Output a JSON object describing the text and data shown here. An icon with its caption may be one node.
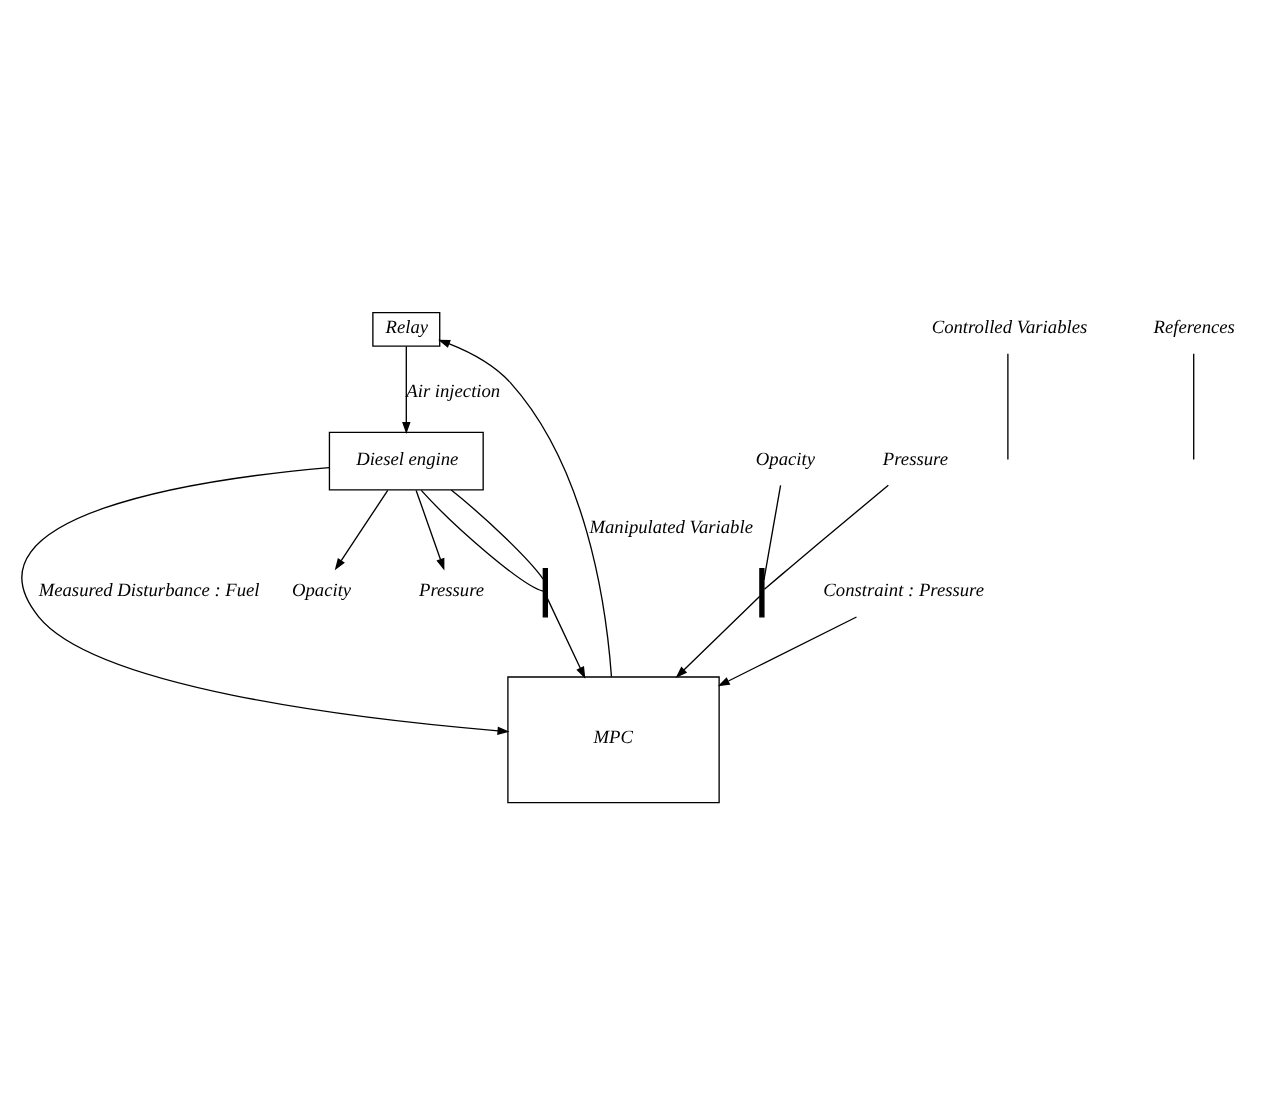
{
  "diagram": {
    "nodes": [
      {
        "text": [
          "Diesel engine"
        ]
      },
      {
        "text": [
          "Relay"
        ]
      },
      {
        "text": [
          "MPC"
        ]
      },
      {
        "text": [
          "Opacity"
        ]
      },
      {
        "text": [
          "Pressure"
        ]
      },
      {
        "text": [],
        "shape": "bar"
      },
      {
        "text": [
          "Opacity"
        ]
      },
      {
        "text": [
          "Pressure"
        ]
      },
      {
        "text": [],
        "shape": "bar"
      },
      {
        "text": [
          "Constraint : Pressure"
        ]
      },
      {
        "text": [
          "Controlled Variables"
        ]
      },
      {
        "text": [
          "References"
        ]
      }
    ],
    "edges": [
      {
        "from": 1,
        "to": 0,
        "arrow": "to",
        "label": "Air injection"
      },
      {
        "from": 0,
        "to": 2,
        "arrow": "to",
        "label": "Measured Disturbance : Fuel"
      },
      {
        "from": 0,
        "to": 3,
        "arrow": "to"
      },
      {
        "from": 0,
        "to": 4,
        "arrow": "to"
      },
      {
        "from": 0,
        "to": 5,
        "arrow": "none"
      },
      {
        "from": 0,
        "to": 5,
        "arrow": "none"
      },
      {
        "from": 5,
        "to": 2,
        "arrow": "to"
      },
      {
        "from": 6,
        "to": 8,
        "arrow": "none"
      },
      {
        "from": 7,
        "to": 8,
        "arrow": "none"
      },
      {
        "from": 8,
        "to": 2,
        "arrow": "to"
      },
      {
        "from": 2,
        "to": 1,
        "arrow": "to",
        "label": "Manipulated Variable"
      },
      {
        "from": 9,
        "to": 2,
        "arrow": "to"
      },
      {
        "from": 10,
        "to": null,
        "arrow": "none"
      },
      {
        "from": 11,
        "to": null,
        "arrow": "none"
      }
    ]
  }
}
